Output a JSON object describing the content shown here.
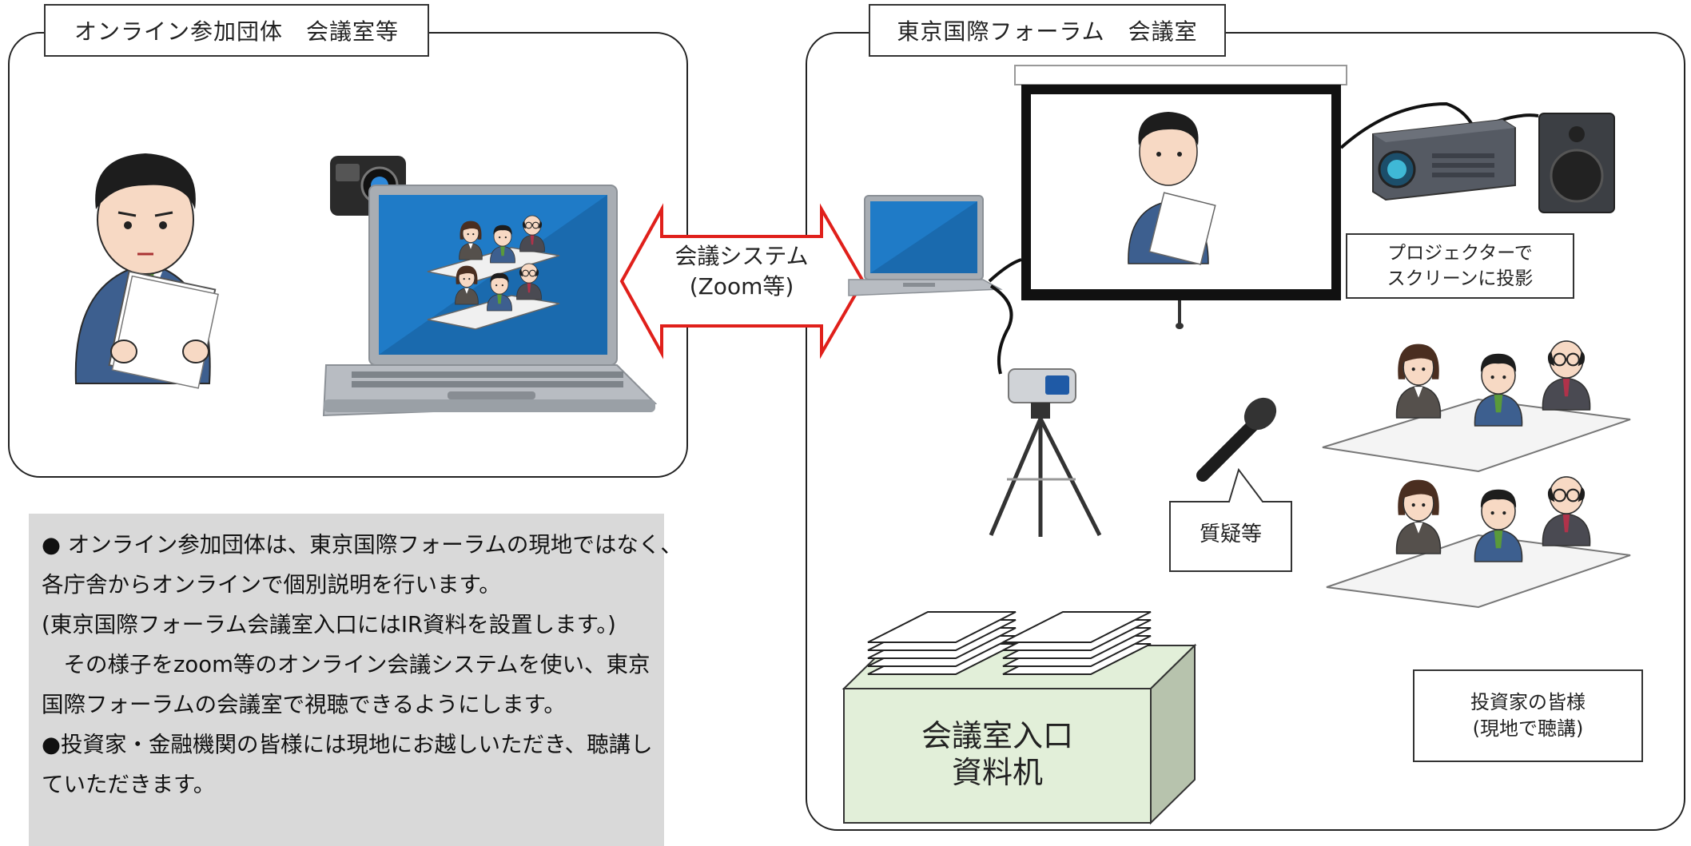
{
  "left_panel": {
    "title": "オンライン参加団体　会議室等"
  },
  "right_panel": {
    "title": "東京国際フォーラム　会議室"
  },
  "arrow": {
    "line1": "会議システム",
    "line2": "(Zoom等)"
  },
  "projector_note": {
    "line1": "プロジェクターで",
    "line2": "スクリーンに投影"
  },
  "question_bubble": {
    "label": "質疑等"
  },
  "investors_note": {
    "line1": "投資家の皆様",
    "line2": "(現地で聴講)"
  },
  "desk": {
    "line1": "会議室入口",
    "line2": "資料机"
  },
  "notes": {
    "lines": [
      "● オンライン参加団体は、東京国際フォーラムの現地ではなく、",
      "各庁舎からオンラインで個別説明を行います。",
      "(東京国際フォーラム会議室入口にはIR資料を設置します。)",
      "　その様子をzoom等のオンライン会議システムを使い、東京",
      "国際フォーラムの会議室で視聴できるようにします。",
      "",
      "●投資家・金融機関の皆様には現地にお越しいただき、聴講し",
      "ていただきます。"
    ]
  },
  "colors": {
    "arrow_red": "#e0201b",
    "desk_green": "#e2efd9",
    "notes_gray": "#d9d9d9",
    "suit_blue": "#3d5f8f",
    "screen_blue": "#1f7bc7"
  }
}
